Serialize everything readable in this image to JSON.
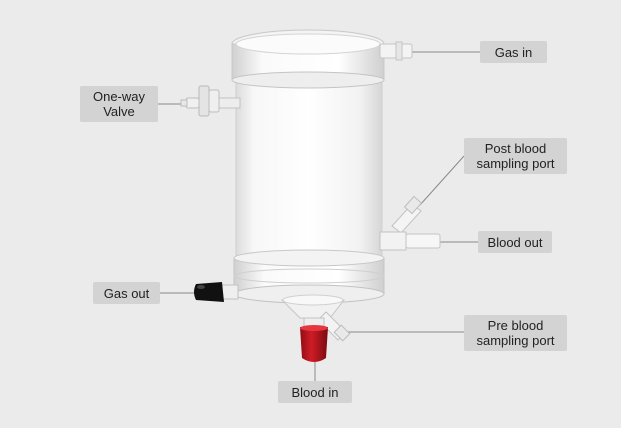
{
  "labels": {
    "gas_in": "Gas in",
    "one_way_valve": "One-way\nValve",
    "post_blood_sampling_port": "Post blood\nsampling port",
    "blood_out": "Blood out",
    "gas_out": "Gas out",
    "pre_blood_sampling_port": "Pre blood\nsampling port",
    "blood_in": "Blood in"
  },
  "colors": {
    "background": "#ebebeb",
    "label_fill": "#d3d3d3",
    "leader_line": "#8a8a8a",
    "red_cap": "#c0141e",
    "black_cap": "#111111"
  }
}
